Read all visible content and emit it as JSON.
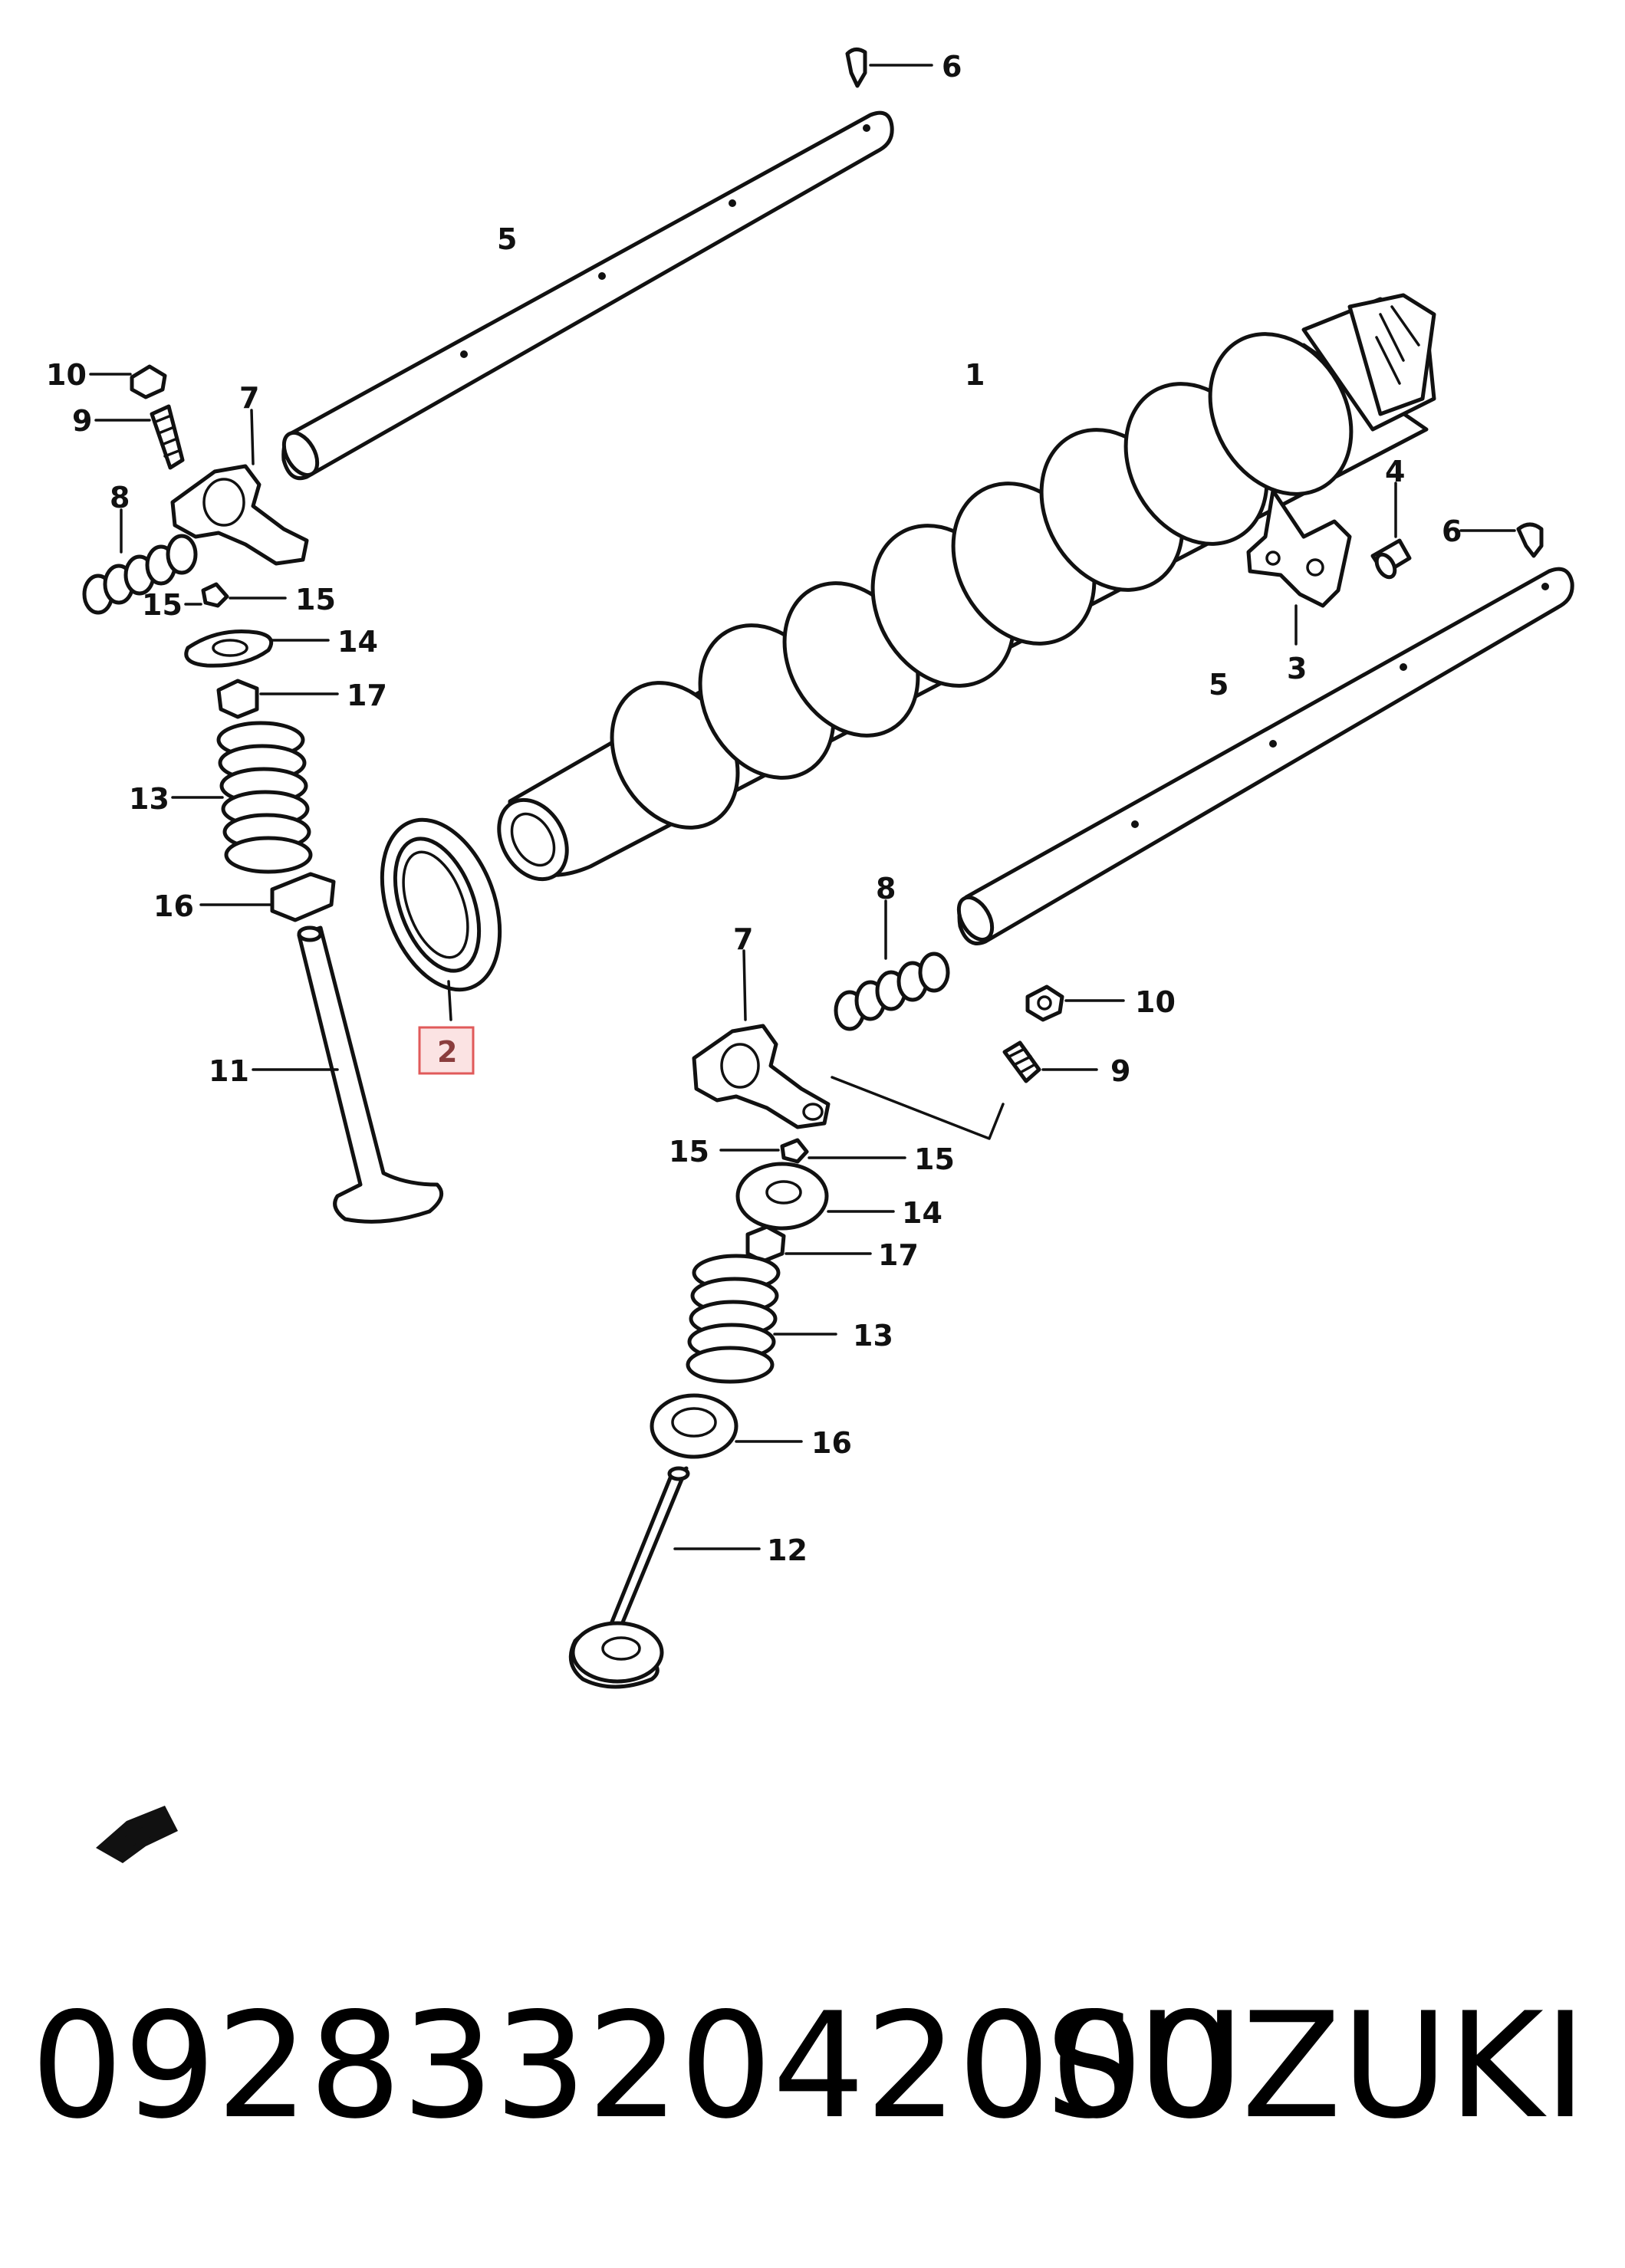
{
  "diagram": {
    "highlight_color": "#e05a5a",
    "highlight_fill": "#fbe3e3",
    "ink_color": "#111111",
    "highlighted_callout": "2",
    "callouts": {
      "c1": "1",
      "c2": "2",
      "c3": "3",
      "c4": "4",
      "c5a": "5",
      "c5b": "5",
      "c6a": "6",
      "c6b": "6",
      "c7a": "7",
      "c7b": "7",
      "c8a": "8",
      "c8b": "8",
      "c9a": "9",
      "c9b": "9",
      "c10a": "10",
      "c10b": "10",
      "c11": "11",
      "c12": "12",
      "c13a": "13",
      "c13b": "13",
      "c14a": "14",
      "c14b": "14",
      "c15a": "15",
      "c15b": "15",
      "c15c": "15",
      "c15d": "15",
      "c16a": "16",
      "c16b": "16",
      "c17a": "17",
      "c17b": "17"
    },
    "front_arrow_icon": "front-direction-arrow-icon"
  },
  "footer": {
    "part_number": "0928332042000",
    "brand": "SUZUKI"
  }
}
